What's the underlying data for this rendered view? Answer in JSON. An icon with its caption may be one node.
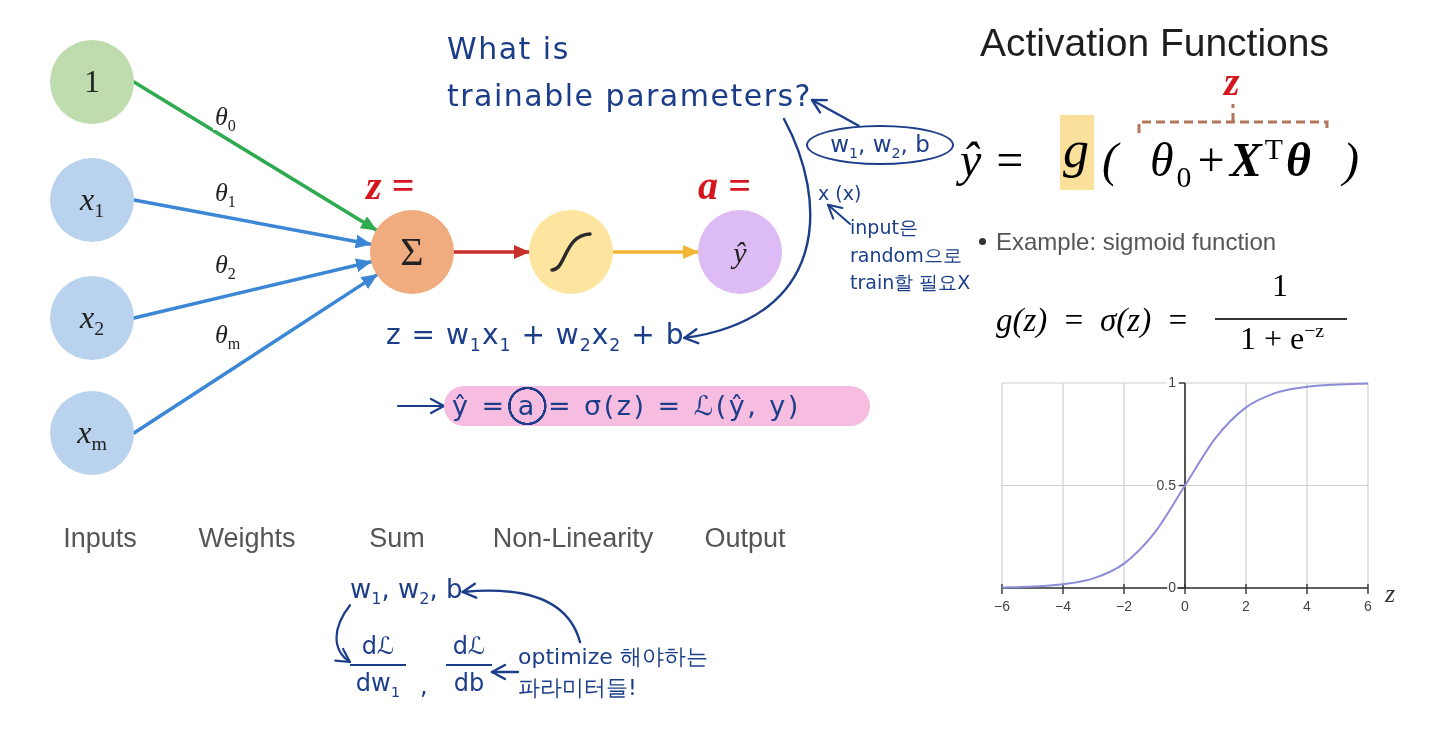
{
  "diagram": {
    "title": "Activation Functions",
    "nodes": [
      {
        "text": [
          "1"
        ]
      },
      {
        "text": [
          "x$_{1}$"
        ]
      },
      {
        "text": [
          "x$_{2}$"
        ]
      },
      {
        "text": [
          "x$_{m}$"
        ]
      },
      {
        "text": [
          "Σ"
        ],
        "beside": [
          "z ="
        ]
      },
      {
        "text": [],
        "shape": "circle"
      },
      {
        "text": [
          "ŷ"
        ],
        "beside": [
          "a ="
        ]
      },
      {
        "text": [
          "What is trainable parameters?"
        ]
      },
      {
        "text": [
          "w$_{1}$, w$_{2}$, b"
        ]
      },
      {
        "text": [
          "x (x)"
        ]
      },
      {
        "text": [
          "input은 random으로 train할 필요X"
        ]
      },
      {
        "text": [
          "z = w$_{1}$x$_{1}$ + w$_{2}$x$_{2}$ + b"
        ]
      },
      {
        "text": [
          "ŷ = a = σ(z) = ℒ(ŷ, y)"
        ]
      },
      {
        "text": [
          "w$_{1}$, w$_{2}$, b"
        ]
      },
      {
        "text": [
          "dℒ",
          "dw$_{1}$"
        ]
      },
      {
        "text": [
          "dℒ",
          "db"
        ]
      },
      {
        "text": [
          "optimize 해야하는 파라미터들!"
        ]
      }
    ],
    "edges": [
      {
        "from": 0,
        "to": 4,
        "arrow": "to",
        "label": "θ$_{0}$",
        "color": "#2eaa4f"
      },
      {
        "from": 1,
        "to": 4,
        "arrow": "to",
        "label": "θ$_{1}$",
        "color": "#3b87d6"
      },
      {
        "from": 2,
        "to": 4,
        "arrow": "to",
        "label": "θ$_{2}$",
        "color": "#3b87d6"
      },
      {
        "from": 3,
        "to": 4,
        "arrow": "to",
        "label": "θ$_{m}$",
        "color": "#3b87d6"
      },
      {
        "from": 4,
        "to": 5,
        "arrow": "to",
        "color": "#c8302c"
      },
      {
        "from": 5,
        "to": 6,
        "arrow": "to",
        "color": "#f3b535"
      },
      {
        "from": 8,
        "to": 7,
        "arrow": "to"
      },
      {
        "from": 7,
        "to": 11,
        "arrow": "to"
      },
      {
        "from": 10,
        "to": 9,
        "arrow": "to"
      },
      {
        "from": null,
        "to": 12,
        "arrow": "to"
      },
      {
        "from": 16,
        "to": 13,
        "arrow": "to"
      },
      {
        "from": 13,
        "to": 14,
        "arrow": "to"
      },
      {
        "from": 16,
        "to": 15,
        "arrow": "to"
      }
    ],
    "labels": [
      "z",
      "ŷ =",
      "g",
      "( θ$_{0}$+**X**$^{T}$**θ** )",
      "Example: sigmoid function",
      "g(z) = σ(z) =",
      "1",
      "1 + e$^{−z}$",
      "Inputs",
      "Weights",
      "Sum",
      "Non-Linearity",
      "Output",
      ","
    ],
    "chart_data": {
      "type": "line",
      "xlabel": "z",
      "x": [
        -6,
        -5,
        -4,
        -3,
        -2,
        -1,
        0,
        1,
        2,
        3,
        4,
        5,
        6
      ],
      "series": [
        {
          "color": "#8c8cd8",
          "values": [
            0.002,
            0.007,
            0.018,
            0.047,
            0.119,
            0.269,
            0.5,
            0.731,
            0.881,
            0.953,
            0.982,
            0.993,
            0.998
          ]
        }
      ],
      "xlim": [
        -6,
        6
      ],
      "ylim": [
        0,
        1
      ],
      "xticks": [
        {
          "value": -6,
          "label": "−6"
        },
        {
          "value": -4,
          "label": "−4"
        },
        {
          "value": -2,
          "label": "−2"
        },
        0,
        2,
        4,
        6
      ],
      "yticks": [
        0,
        0.5,
        1
      ],
      "grid": true
    }
  }
}
